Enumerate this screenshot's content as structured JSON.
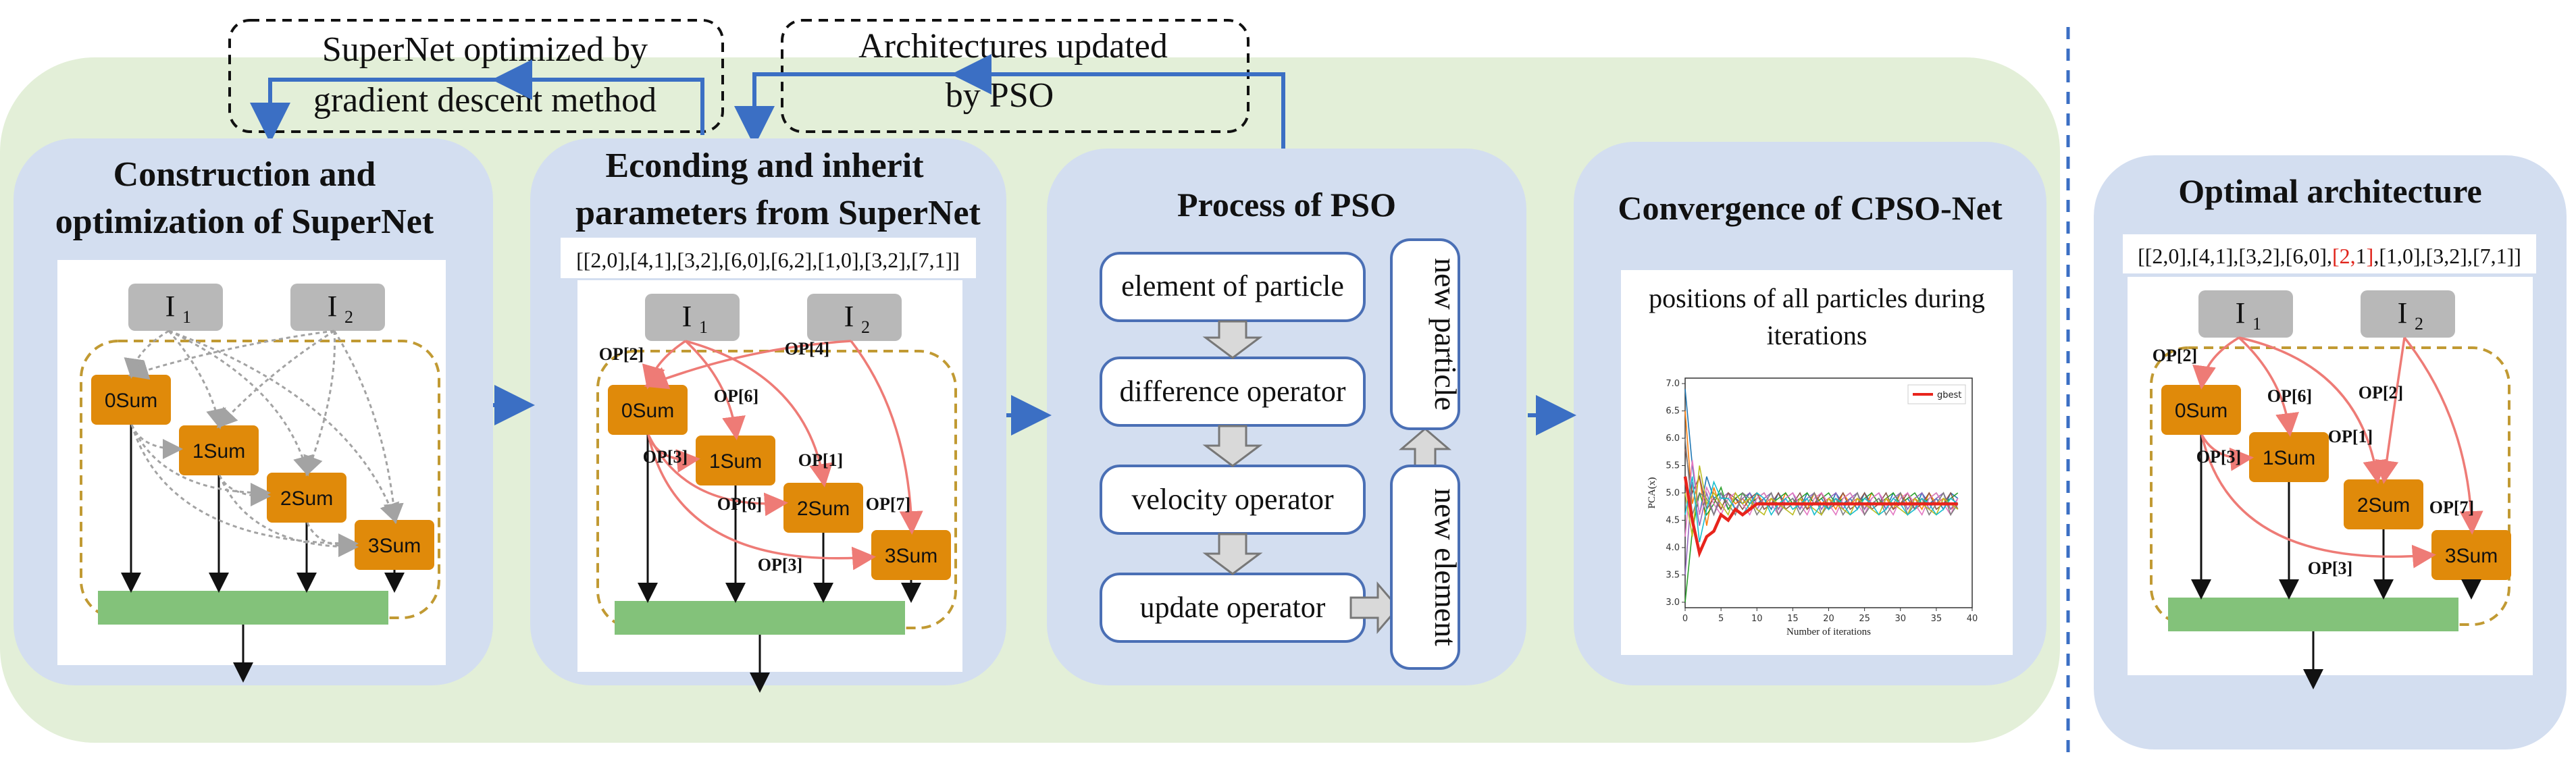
{
  "notes": {
    "supernet_line1": "SuperNet optimized by",
    "supernet_line2": "gradient descent method",
    "arch_line1": "Architectures updated",
    "arch_line2": "by PSO"
  },
  "panels": {
    "construction": {
      "title_line1": "Construction and",
      "title_line2": "optimization of SuperNet"
    },
    "encoding": {
      "title_line1": "Econding and inherit",
      "title_line2": "parameters from SuperNet",
      "code": "[[2,0],[4,1],[3,2],[6,0],[6,2],[1,0],[3,2],[7,1]]"
    },
    "pso": {
      "title": "Process of PSO",
      "steps": [
        "element of particle",
        "difference operator",
        "velocity operator",
        "update operator"
      ],
      "new_particle": "new particle",
      "new_element": "new element"
    },
    "convergence": {
      "title": "Convergence of  CPSO-Net",
      "subtitle_line1": "positions of all particles during",
      "subtitle_line2": "iterations"
    },
    "optimal": {
      "title": "Optimal architecture",
      "code_prefix": "[[2,0],[4,1],[3,2],[6,0],",
      "code_highlight_a": "[2,",
      "code_highlight_b": "1",
      "code_highlight_c": "]",
      "code_suffix": ",[1,0],[3,2],[7,1]]"
    }
  },
  "graph": {
    "input1": "I",
    "input1_sub": "1",
    "input2": "I",
    "input2_sub": "2",
    "nodes": [
      "0Sum",
      "1Sum",
      "2Sum",
      "3Sum"
    ],
    "ops_encoding": [
      "OP[2]",
      "OP[4]",
      "OP[6]",
      "OP[3]",
      "OP[1]",
      "OP[6]",
      "OP[7]",
      "OP[3]"
    ],
    "ops_optimal": [
      "OP[2]",
      "OP[6]",
      "OP[2]",
      "OP[3]",
      "OP[1]",
      "OP[7]",
      "OP[3]"
    ]
  },
  "chart_data": {
    "type": "line",
    "legend_entry": "gbest",
    "xlabel": "Number of iterations",
    "ylabel": "PCA(x)",
    "xlim": [
      0,
      40
    ],
    "ylim": [
      2.9,
      7.1
    ],
    "xticks": [
      0,
      5,
      10,
      15,
      20,
      25,
      30,
      35,
      40
    ],
    "yticks": [
      3.0,
      3.5,
      4.0,
      4.5,
      5.0,
      5.5,
      6.0,
      6.5,
      7.0
    ],
    "x": [
      0,
      1,
      2,
      3,
      4,
      5,
      6,
      7,
      8,
      9,
      10,
      11,
      12,
      13,
      14,
      15,
      16,
      17,
      18,
      19,
      20,
      21,
      22,
      23,
      24,
      25,
      26,
      27,
      28,
      29,
      30,
      31,
      32,
      33,
      34,
      35,
      36,
      37,
      38
    ],
    "gbest": [
      5.3,
      4.5,
      3.9,
      4.2,
      4.3,
      4.6,
      4.5,
      4.7,
      4.6,
      4.7,
      4.8,
      4.8,
      4.8,
      4.8,
      4.8,
      4.8,
      4.8,
      4.8,
      4.8,
      4.8,
      4.8,
      4.8,
      4.8,
      4.8,
      4.8,
      4.8,
      4.8,
      4.8,
      4.8,
      4.8,
      4.8,
      4.8,
      4.8,
      4.8,
      4.8,
      4.8,
      4.8,
      4.8,
      4.8
    ],
    "particles": [
      [
        6.9,
        5.5,
        4.6,
        5.3,
        4.9,
        5.0,
        4.7,
        4.9,
        4.8,
        5.0,
        4.8,
        4.9,
        4.7,
        5.0,
        4.8,
        4.9,
        4.7,
        5.0,
        4.8,
        4.9,
        4.7,
        5.0,
        4.8,
        4.9,
        4.7,
        5.0,
        4.8,
        4.9,
        4.7,
        5.0,
        4.8,
        4.9,
        4.7,
        5.0,
        4.8,
        4.9,
        4.7,
        5.0,
        4.9
      ],
      [
        6.5,
        4.8,
        5.3,
        4.4,
        5.1,
        4.7,
        5.0,
        4.8,
        4.9,
        4.7,
        5.0,
        4.8,
        4.9,
        4.7,
        5.0,
        4.8,
        4.9,
        4.7,
        5.0,
        4.8,
        4.9,
        4.7,
        5.0,
        4.8,
        4.9,
        4.7,
        5.0,
        4.8,
        4.9,
        4.7,
        5.0,
        4.8,
        4.9,
        4.7,
        5.0,
        4.8,
        4.9,
        4.7,
        4.8
      ],
      [
        3.0,
        4.3,
        5.0,
        4.6,
        4.8,
        5.1,
        4.7,
        4.9,
        5.0,
        4.8,
        4.9,
        5.0,
        4.8,
        4.9,
        5.0,
        4.8,
        4.9,
        5.0,
        4.8,
        4.9,
        5.0,
        4.8,
        4.9,
        5.0,
        4.8,
        4.9,
        5.0,
        4.8,
        4.9,
        5.0,
        4.8,
        4.9,
        5.0,
        4.8,
        4.9,
        5.0,
        4.8,
        4.9,
        5.0
      ],
      [
        3.5,
        5.2,
        4.4,
        5.0,
        4.6,
        4.9,
        5.0,
        4.7,
        4.9,
        5.0,
        4.7,
        4.9,
        5.0,
        4.7,
        4.9,
        5.0,
        4.7,
        4.9,
        5.0,
        4.7,
        4.9,
        5.0,
        4.7,
        4.9,
        5.0,
        4.7,
        4.9,
        5.0,
        4.7,
        4.9,
        5.0,
        4.7,
        4.9,
        5.0,
        4.7,
        4.9,
        5.0,
        4.7,
        4.9
      ],
      [
        5.8,
        5.0,
        5.3,
        4.7,
        4.9,
        4.7,
        5.0,
        4.9,
        4.7,
        4.9,
        5.0,
        4.7,
        4.8,
        5.0,
        4.7,
        4.8,
        5.0,
        4.7,
        4.8,
        5.0,
        4.7,
        4.8,
        5.0,
        4.7,
        4.8,
        5.0,
        4.7,
        4.8,
        5.0,
        4.7,
        4.8,
        5.0,
        4.7,
        4.8,
        5.0,
        4.7,
        4.8,
        5.0,
        4.7
      ],
      [
        4.2,
        5.6,
        4.6,
        5.1,
        4.8,
        4.6,
        4.9,
        5.0,
        4.8,
        4.6,
        4.9,
        5.0,
        4.8,
        4.6,
        4.9,
        5.0,
        4.8,
        4.6,
        4.9,
        5.0,
        4.8,
        4.6,
        4.9,
        5.0,
        4.8,
        4.6,
        4.9,
        5.0,
        4.8,
        4.6,
        4.9,
        5.0,
        4.8,
        4.6,
        4.9,
        5.0,
        4.8,
        4.6,
        4.9
      ],
      [
        6.0,
        4.6,
        5.0,
        4.9,
        4.6,
        5.0,
        4.8,
        4.6,
        5.0,
        4.9,
        4.6,
        4.8,
        5.0,
        4.6,
        4.8,
        4.9,
        4.6,
        4.8,
        5.0,
        4.6,
        4.8,
        4.9,
        4.6,
        4.8,
        5.0,
        4.6,
        4.8,
        4.9,
        4.6,
        4.8,
        5.0,
        4.6,
        4.8,
        4.9,
        4.6,
        4.8,
        5.0,
        4.6,
        4.8
      ],
      [
        5.0,
        4.2,
        5.5,
        4.8,
        5.0,
        4.8,
        4.6,
        5.0,
        4.8,
        4.9,
        4.7,
        4.6,
        4.9,
        4.8,
        4.7,
        4.6,
        4.9,
        4.8,
        4.7,
        4.6,
        4.9,
        4.8,
        4.7,
        4.6,
        4.9,
        4.8,
        4.7,
        4.6,
        4.9,
        4.8,
        4.7,
        4.6,
        4.9,
        4.8,
        4.7,
        4.6,
        4.9,
        4.8,
        4.7
      ],
      [
        4.6,
        5.3,
        4.1,
        4.7,
        5.2,
        4.9,
        4.9,
        4.7,
        4.6,
        4.8,
        5.0,
        4.9,
        4.6,
        4.8,
        4.9,
        4.7,
        4.8,
        4.9,
        4.6,
        4.8,
        4.7,
        4.9,
        4.8,
        4.6,
        4.7,
        4.9,
        4.8,
        4.6,
        4.7,
        4.9,
        4.8,
        4.6,
        4.7,
        4.9,
        4.8,
        4.6,
        4.7,
        4.9,
        4.8
      ]
    ],
    "colors": {
      "gbest": "#e8241c",
      "particles": [
        "#1f77b4",
        "#ff7f0e",
        "#2ca02c",
        "#9467bd",
        "#8c564b",
        "#e377c2",
        "#7f7f7f",
        "#bcbd22",
        "#17becf"
      ]
    }
  },
  "colors": {
    "background_band": "#e3efd8",
    "panel_fill": "#d3def0",
    "node_fill": "#e08a0a",
    "input_fill": "#b8b8b8",
    "output_bar": "#83c27a",
    "feedback_arrow": "#3b6fc4",
    "red_edge": "#ee7b76",
    "gray_edge": "#a3a3a3",
    "dash_box_border": "#c19a33",
    "highlight": "#e0241b"
  }
}
